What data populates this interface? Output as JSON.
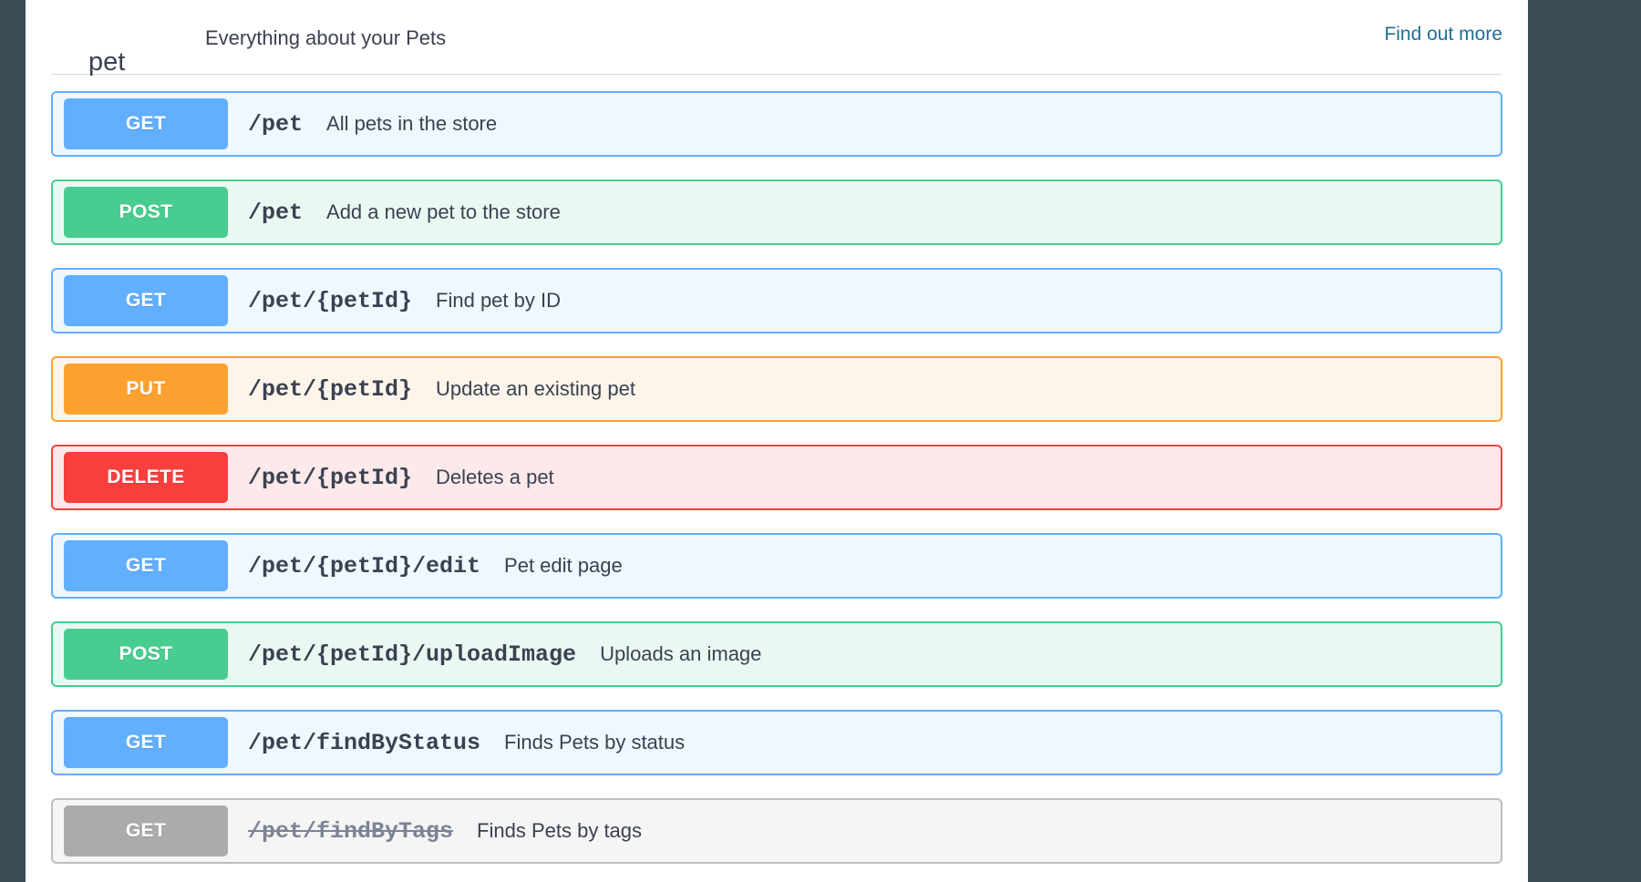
{
  "tag": {
    "name": "pet",
    "description": "Everything about your Pets",
    "external_docs_label": "Find out more"
  },
  "theme": {
    "page_background": "#ffffff",
    "gutter_background": "#3b4b54",
    "text": "#3b4151",
    "link": "#1f6f96",
    "get": "#61affe",
    "get_bg": "#eff7ff",
    "post": "#49cc90",
    "post_bg": "#eaf8f2",
    "put": "#fca130",
    "put_bg": "#fdf5ea",
    "delete": "#f93e3e",
    "delete_bg": "#fce9e9",
    "deprecated": "#ababab",
    "deprecated_bg": "#f5f5f5"
  },
  "operations": [
    {
      "method": "GET",
      "method_class": "get",
      "path": "/pet",
      "summary": "All pets in the store",
      "deprecated": false
    },
    {
      "method": "POST",
      "method_class": "post",
      "path": "/pet",
      "summary": "Add a new pet to the store",
      "deprecated": false
    },
    {
      "method": "GET",
      "method_class": "get",
      "path": "/pet/{petId}",
      "summary": "Find pet by ID",
      "deprecated": false
    },
    {
      "method": "PUT",
      "method_class": "put",
      "path": "/pet/{petId}",
      "summary": "Update an existing pet",
      "deprecated": false
    },
    {
      "method": "DELETE",
      "method_class": "delete",
      "path": "/pet/{petId}",
      "summary": "Deletes a pet",
      "deprecated": false
    },
    {
      "method": "GET",
      "method_class": "get",
      "path": "/pet/{petId}/edit",
      "summary": "Pet edit page",
      "deprecated": false
    },
    {
      "method": "POST",
      "method_class": "post",
      "path": "/pet/{petId}/uploadImage",
      "summary": "Uploads an image",
      "deprecated": false
    },
    {
      "method": "GET",
      "method_class": "get",
      "path": "/pet/findByStatus",
      "summary": "Finds Pets by status",
      "deprecated": false
    },
    {
      "method": "GET",
      "method_class": "deprecated",
      "path": "/pet/findByTags",
      "summary": "Finds Pets by tags",
      "deprecated": true
    }
  ]
}
